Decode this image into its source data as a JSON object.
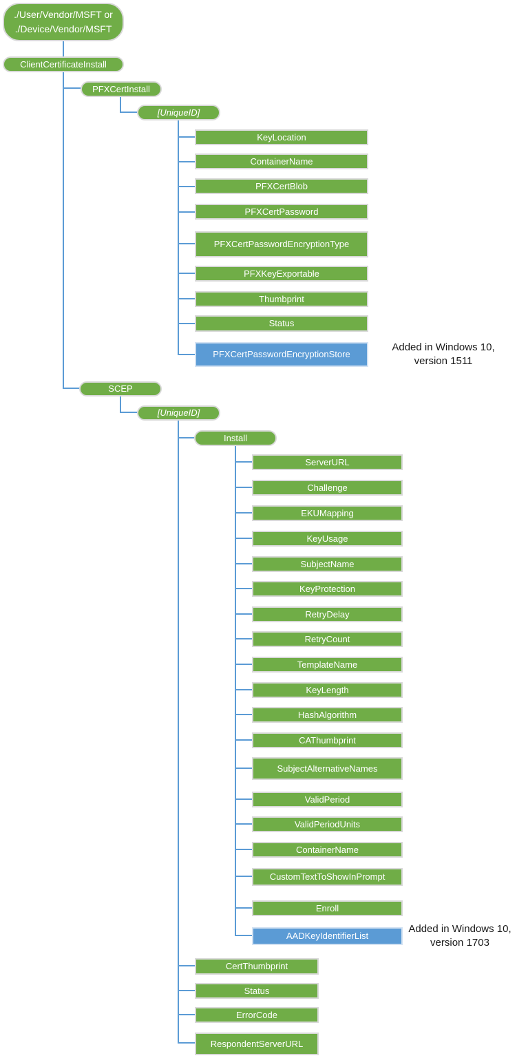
{
  "colors": {
    "green": "#70AD47",
    "blue": "#5B9BD5",
    "connector": "#5B9BD5"
  },
  "root": {
    "label": "./User/Vendor/MSFT or\n./Device/Vendor/MSFT"
  },
  "client_certificate_install": {
    "label": "ClientCertificateInstall"
  },
  "pfx_cert_install": {
    "label": "PFXCertInstall",
    "unique_id": "[UniqueID]",
    "children": [
      "KeyLocation",
      "ContainerName",
      "PFXCertBlob",
      "PFXCertPassword",
      "PFXCertPasswordEncryptionType",
      "PFXKeyExportable",
      "Thumbprint",
      "Status"
    ],
    "added": {
      "label": "PFXCertPasswordEncryptionStore",
      "note": "Added in Windows 10,\nversion 1511"
    }
  },
  "scep": {
    "label": "SCEP",
    "unique_id": "[UniqueID]",
    "install": {
      "label": "Install",
      "children": [
        "ServerURL",
        "Challenge",
        "EKUMapping",
        "KeyUsage",
        "SubjectName",
        "KeyProtection",
        "RetryDelay",
        "RetryCount",
        "TemplateName",
        "KeyLength",
        "HashAlgorithm",
        "CAThumbprint",
        "SubjectAlternativeNames",
        "ValidPeriod",
        "ValidPeriodUnits",
        "ContainerName",
        "CustomTextToShowInPrompt",
        "Enroll"
      ],
      "added": {
        "label": "AADKeyIdentifierList",
        "note": "Added in Windows 10,\nversion 1703"
      }
    },
    "children": [
      "CertThumbprint",
      "Status",
      "ErrorCode",
      "RespondentServerURL"
    ]
  }
}
